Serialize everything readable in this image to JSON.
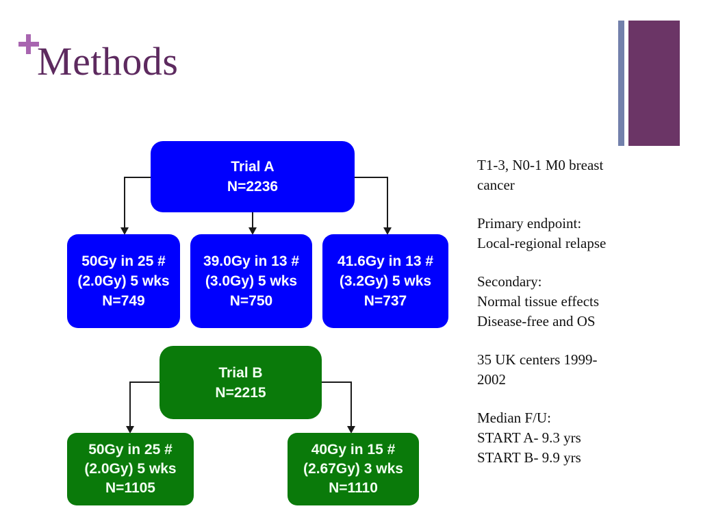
{
  "slide": {
    "title": "Methods",
    "plus_glyph": "+",
    "colors": {
      "title_purple": "#5d2a5f",
      "plus_purple": "#a865b0",
      "deco_stripe": "#7280ab",
      "deco_block": "#6b3566",
      "trial_a_blue": "#0000fe",
      "trial_b_green": "#0a7a0a",
      "connector": "#1a1a1a",
      "background": "#ffffff"
    }
  },
  "flowchart": {
    "trial_a": {
      "root": {
        "lines": [
          "Trial A",
          "N=2236"
        ]
      },
      "arms": [
        {
          "lines": [
            "50Gy in 25 #",
            "(2.0Gy) 5 wks",
            "N=749"
          ]
        },
        {
          "lines": [
            "39.0Gy in 13 #",
            "(3.0Gy) 5 wks",
            "N=750"
          ]
        },
        {
          "lines": [
            "41.6Gy in 13 #",
            "(3.2Gy) 5 wks",
            "N=737"
          ]
        }
      ]
    },
    "trial_b": {
      "root": {
        "lines": [
          "Trial B",
          "N=2215"
        ]
      },
      "arms": [
        {
          "lines": [
            "50Gy in 25 #",
            "(2.0Gy) 5 wks",
            "N=1105"
          ]
        },
        {
          "lines": [
            "40Gy in 15 #",
            "(2.67Gy) 3 wks",
            "N=1110"
          ]
        }
      ]
    }
  },
  "notes": [
    {
      "lines": [
        "T1-3, N0-1 M0 breast",
        "cancer"
      ]
    },
    {
      "lines": [
        "Primary endpoint:",
        "Local-regional relapse"
      ]
    },
    {
      "lines": [
        "Secondary:",
        "Normal tissue effects",
        "Disease-free and OS"
      ]
    },
    {
      "lines": [
        "35 UK centers 1999-",
        "2002"
      ]
    },
    {
      "lines": [
        "Median F/U:",
        "START A- 9.3 yrs",
        "START B- 9.9 yrs"
      ]
    }
  ]
}
